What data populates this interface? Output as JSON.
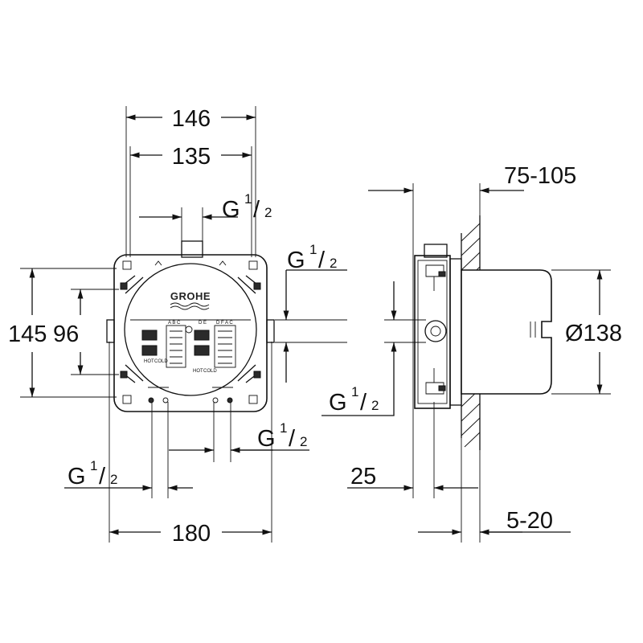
{
  "front_view": {
    "width_outer": "146",
    "width_inner": "135",
    "height_outer": "145",
    "height_inner": "96",
    "base_width": "180",
    "logo": "GROHE",
    "label_hot": "HOT",
    "label_cold": "COLD",
    "port_letters_left": "A B C",
    "port_letters_mid": "D E",
    "port_letters_right": "D F A C"
  },
  "thread": {
    "prefix": "G",
    "num": "1",
    "den": "2"
  },
  "side_view": {
    "wall_depth": "75-105",
    "diameter": "Ø138",
    "body_depth": "25",
    "tile_depth": "5-20"
  }
}
